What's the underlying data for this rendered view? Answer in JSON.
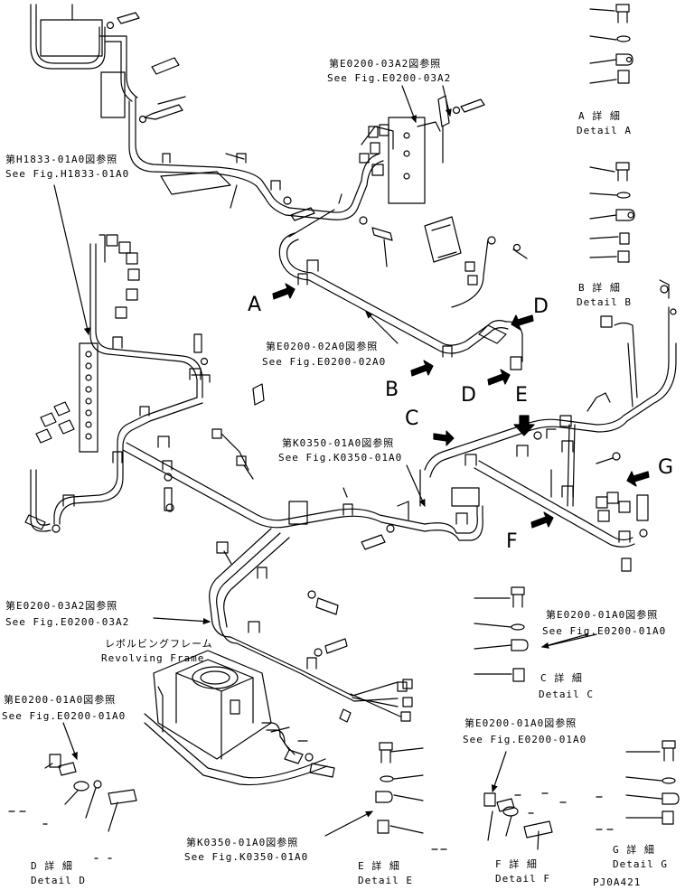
{
  "refs": {
    "e0200_03a2_top": {
      "jp": "第E0200-03A2図参照",
      "en": "See Fig.E0200-03A2"
    },
    "h1833_01a0": {
      "jp": "第H1833-01A0図参照",
      "en": "See Fig.H1833-01A0"
    },
    "e0200_02a0": {
      "jp": "第E0200-02A0図参照",
      "en": "See Fig.E0200-02A0"
    },
    "k0350_01a0_mid": {
      "jp": "第K0350-01A0図参照",
      "en": "See Fig.K0350-01A0"
    },
    "e0200_03a2_left": {
      "jp": "第E0200-03A2図参照",
      "en": "See Fig.E0200-03A2"
    },
    "e0200_01a0_right": {
      "jp": "第E0200-01A0図参照",
      "en": "See Fig.E0200-01A0"
    },
    "e0200_01a0_left": {
      "jp": "第E0200-01A0図参照",
      "en": "See Fig.E0200-01A0"
    },
    "e0200_01a0_bottom": {
      "jp": "第E0200-01A0図参照",
      "en": "See Fig.E0200-01A0"
    },
    "k0350_01a0_bottom": {
      "jp": "第K0350-01A0図参照",
      "en": "See Fig.K0350-01A0"
    }
  },
  "frame_label": {
    "jp": "レボルビングフレーム",
    "en": "Revolving Frame"
  },
  "details": {
    "a": {
      "jp": "A 詳 細",
      "en": "Detail A"
    },
    "b": {
      "jp": "B 詳 細",
      "en": "Detail B"
    },
    "c": {
      "jp": "C 詳 細",
      "en": "Detail C"
    },
    "d": {
      "jp": "D 詳 細",
      "en": "Detail D"
    },
    "e": {
      "jp": "E 詳 細",
      "en": "Detail E"
    },
    "f": {
      "jp": "F 詳 細",
      "en": "Detail F"
    },
    "g": {
      "jp": "G 詳 細",
      "en": "Detail G"
    }
  },
  "arrow_letters": [
    "A",
    "B",
    "C",
    "D",
    "D",
    "E",
    "F",
    "G"
  ],
  "drawing_id": "PJ0A421"
}
